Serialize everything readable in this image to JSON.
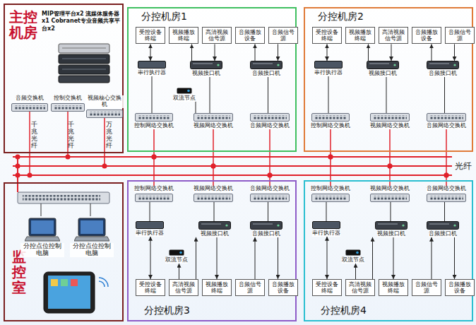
{
  "diagram": {
    "nodes": [
      {
        "text": [
          "主控机房",
          "MIP管理平台x2 流媒体服务器x1 Cobranet专业音频共享平台x2"
        ]
      },
      {
        "text": [
          "音频交换机"
        ],
        "in": 0
      },
      {
        "text": [
          "控制交换机"
        ],
        "in": 0
      },
      {
        "text": [
          "视频核心交换机"
        ],
        "in": 0
      },
      {
        "text": [
          "分控机房1"
        ]
      },
      {
        "text": [
          "受控设备终端"
        ],
        "in": 4
      },
      {
        "text": [
          "视频播放终端"
        ],
        "in": 4
      },
      {
        "text": [
          "高清视频信号源"
        ],
        "in": 4
      },
      {
        "text": [
          "音频播放设备"
        ],
        "in": 4
      },
      {
        "text": [
          "音频信号源"
        ],
        "in": 4
      },
      {
        "text": [
          "双流节点"
        ],
        "in": 4
      },
      {
        "text": [
          "串行执行器"
        ],
        "in": 4
      },
      {
        "text": [
          "视频接口机"
        ],
        "in": 4
      },
      {
        "text": [
          "音频接口机"
        ],
        "in": 4
      },
      {
        "text": [
          "控制网络交换机"
        ],
        "in": 4
      },
      {
        "text": [
          "视频网络交换机"
        ],
        "in": 4
      },
      {
        "text": [
          "音频网络交换机"
        ],
        "in": 4
      },
      {
        "text": [
          "分控机房2"
        ]
      },
      {
        "text": [
          "受控设备终端"
        ],
        "in": 17
      },
      {
        "text": [
          "视频播放终端"
        ],
        "in": 17
      },
      {
        "text": [
          "高清视频信号源"
        ],
        "in": 17
      },
      {
        "text": [
          "音频播放设备"
        ],
        "in": 17
      },
      {
        "text": [
          "音频信号源"
        ],
        "in": 17
      },
      {
        "text": [
          "串行执行器"
        ],
        "in": 17
      },
      {
        "text": [
          "视频接口机"
        ],
        "in": 17
      },
      {
        "text": [
          "音频接口机"
        ],
        "in": 17
      },
      {
        "text": [
          "控制网络交换机"
        ],
        "in": 17
      },
      {
        "text": [
          "视频网络交换机"
        ],
        "in": 17
      },
      {
        "text": [
          "音频网络交换机"
        ],
        "in": 17
      },
      {
        "text": [
          "监控室"
        ]
      },
      {
        "text": [
          "分控点位控制电脑"
        ],
        "in": 29
      },
      {
        "text": [
          "分控点位控制电脑"
        ],
        "in": 29
      },
      {
        "text": [
          "分控机房3"
        ]
      },
      {
        "text": [
          "控制网络交换机"
        ],
        "in": 32
      },
      {
        "text": [
          "视频网络交换机"
        ],
        "in": 32
      },
      {
        "text": [
          "音频网络交换机"
        ],
        "in": 32
      },
      {
        "text": [
          "串行执行器"
        ],
        "in": 32
      },
      {
        "text": [
          "视频接口机"
        ],
        "in": 32
      },
      {
        "text": [
          "音频接口机"
        ],
        "in": 32
      },
      {
        "text": [
          "双流节点"
        ],
        "in": 32
      },
      {
        "text": [
          "受控设备终端"
        ],
        "in": 32
      },
      {
        "text": [
          "高清视频信号源"
        ],
        "in": 32
      },
      {
        "text": [
          "视频播放终端"
        ],
        "in": 32
      },
      {
        "text": [
          "音频信号源"
        ],
        "in": 32
      },
      {
        "text": [
          "音频播放设备"
        ],
        "in": 32
      },
      {
        "text": [
          "分控机房4"
        ]
      },
      {
        "text": [
          "控制网络交换机"
        ],
        "in": 45
      },
      {
        "text": [
          "视频网络交换机"
        ],
        "in": 45
      },
      {
        "text": [
          "音频网络交换机"
        ],
        "in": 45
      },
      {
        "text": [
          "串行执行器"
        ],
        "in": 45
      },
      {
        "text": [
          "视频接口机"
        ],
        "in": 45
      },
      {
        "text": [
          "音频接口机"
        ],
        "in": 45
      },
      {
        "text": [
          "双流节点"
        ],
        "in": 45
      },
      {
        "text": [
          "受控设备终端"
        ],
        "in": 45
      },
      {
        "text": [
          "高清视频信号源"
        ],
        "in": 45
      },
      {
        "text": [
          "视频播放终端"
        ],
        "in": 45
      },
      {
        "text": [
          "音频信号源"
        ],
        "in": 45
      },
      {
        "text": [
          "音频播放设备"
        ],
        "in": 45
      }
    ],
    "edges": [
      {
        "from": 5,
        "to": 11,
        "arrow": "both"
      },
      {
        "from": 12,
        "to": 6,
        "arrow": "to"
      },
      {
        "from": 7,
        "to": 12,
        "arrow": "to"
      },
      {
        "from": 13,
        "to": 8,
        "arrow": "to"
      },
      {
        "from": 9,
        "to": 13,
        "arrow": "to"
      },
      {
        "from": 11,
        "to": 14,
        "arrow": "none"
      },
      {
        "from": 12,
        "to": 15,
        "arrow": "none"
      },
      {
        "from": 13,
        "to": 16,
        "arrow": "none"
      },
      {
        "from": 10,
        "to": 15,
        "arrow": "none"
      },
      {
        "from": 18,
        "to": 23,
        "arrow": "both"
      },
      {
        "from": 24,
        "to": 19,
        "arrow": "to"
      },
      {
        "from": 20,
        "to": 24,
        "arrow": "to"
      },
      {
        "from": 25,
        "to": 21,
        "arrow": "to"
      },
      {
        "from": 22,
        "to": 25,
        "arrow": "to"
      },
      {
        "from": 23,
        "to": 26,
        "arrow": "none"
      },
      {
        "from": 24,
        "to": 27,
        "arrow": "none"
      },
      {
        "from": 25,
        "to": 28,
        "arrow": "none"
      },
      {
        "from": 33,
        "to": 36,
        "arrow": "none"
      },
      {
        "from": 34,
        "to": 37,
        "arrow": "none"
      },
      {
        "from": 35,
        "to": 38,
        "arrow": "none"
      },
      {
        "from": 40,
        "to": 36,
        "arrow": "both"
      },
      {
        "from": 41,
        "to": 37,
        "arrow": "to"
      },
      {
        "from": 37,
        "to": 42,
        "arrow": "to"
      },
      {
        "from": 43,
        "to": 38,
        "arrow": "to"
      },
      {
        "from": 38,
        "to": 44,
        "arrow": "to"
      },
      {
        "from": 41,
        "to": 39,
        "arrow": "to"
      },
      {
        "from": 46,
        "to": 49,
        "arrow": "none"
      },
      {
        "from": 47,
        "to": 50,
        "arrow": "none"
      },
      {
        "from": 48,
        "to": 51,
        "arrow": "none"
      },
      {
        "from": 53,
        "to": 49,
        "arrow": "both"
      },
      {
        "from": 54,
        "to": 50,
        "arrow": "to"
      },
      {
        "from": 50,
        "to": 55,
        "arrow": "to"
      },
      {
        "from": 56,
        "to": 51,
        "arrow": "to"
      },
      {
        "from": 51,
        "to": 57,
        "arrow": "to"
      },
      {
        "from": 54,
        "to": 52,
        "arrow": "to"
      }
    ],
    "labels": [
      "千兆光纤",
      "千兆光纤",
      "万兆光纤",
      "光纤"
    ]
  }
}
